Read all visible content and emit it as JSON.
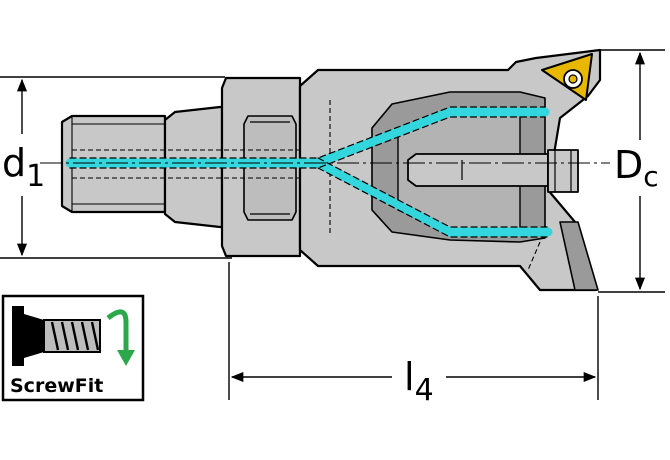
{
  "dimensions": {
    "d1": {
      "main": "d",
      "sub": "1"
    },
    "dc": {
      "main": "D",
      "sub": "c"
    },
    "l4": {
      "main": "l",
      "sub": "4"
    }
  },
  "badge": {
    "label": "ScrewFit"
  },
  "colors": {
    "coolant": "#33d6dd",
    "body": "#c8c8c8",
    "bodyDark": "#9a9a9a",
    "insert": "#e8b800",
    "badgeArrow": "#2aa84a"
  }
}
